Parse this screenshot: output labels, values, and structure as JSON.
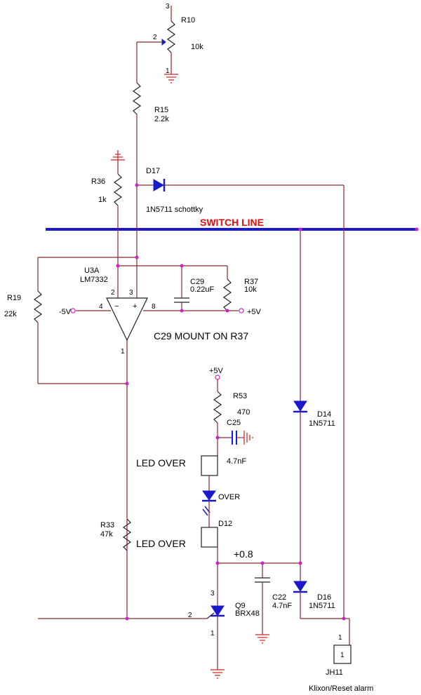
{
  "components": {
    "r10": {
      "ref": "R10",
      "value": "10k",
      "pins": [
        "3",
        "2",
        "1"
      ]
    },
    "r15": {
      "ref": "R15",
      "value": "2.2k"
    },
    "r36": {
      "ref": "R36",
      "value": "1k"
    },
    "d17": {
      "ref": "D17",
      "value": "1N5711 schottky"
    },
    "u3a": {
      "ref": "U3A",
      "value": "LM7332",
      "pins": [
        "2",
        "3",
        "4",
        "8",
        "1"
      ]
    },
    "c29": {
      "ref": "C29",
      "value": "0.22uF"
    },
    "r37": {
      "ref": "R37",
      "value": "10k"
    },
    "r19": {
      "ref": "R19",
      "value": "22k"
    },
    "r53": {
      "ref": "R53",
      "value": "470"
    },
    "c25": {
      "ref": "C25",
      "value": "4.7nF"
    },
    "d12": {
      "ref": "D12",
      "value": "OVER"
    },
    "r33": {
      "ref": "R33",
      "value": "47k"
    },
    "q9": {
      "ref": "Q9",
      "value": "BRX48",
      "pins": [
        "3",
        "2",
        "1"
      ]
    },
    "c22": {
      "ref": "C22",
      "value": "4.7nF"
    },
    "d14": {
      "ref": "D14",
      "value": "1N5711"
    },
    "d16": {
      "ref": "D16",
      "value": "1N5711"
    },
    "jh11": {
      "ref": "JH11",
      "value": "Klixon/Reset alarm",
      "pin": "1"
    }
  },
  "nets": {
    "switch_line": "SWITCH LINE",
    "neg5": "-5V",
    "pos5_right": "+5V",
    "pos5_top": "+5V",
    "node_voltage": "+0.8"
  },
  "notes": {
    "c29_mount": "C29 MOUNT ON R37",
    "led_over_top": "LED OVER",
    "led_over_bottom": "LED OVER"
  },
  "colors": {
    "switch_line": "#1a1acc",
    "switch_label": "#e01010",
    "wire": "#8a2a2a",
    "junction": "#cc22cc",
    "symbol_fill": "#1a1acc"
  }
}
